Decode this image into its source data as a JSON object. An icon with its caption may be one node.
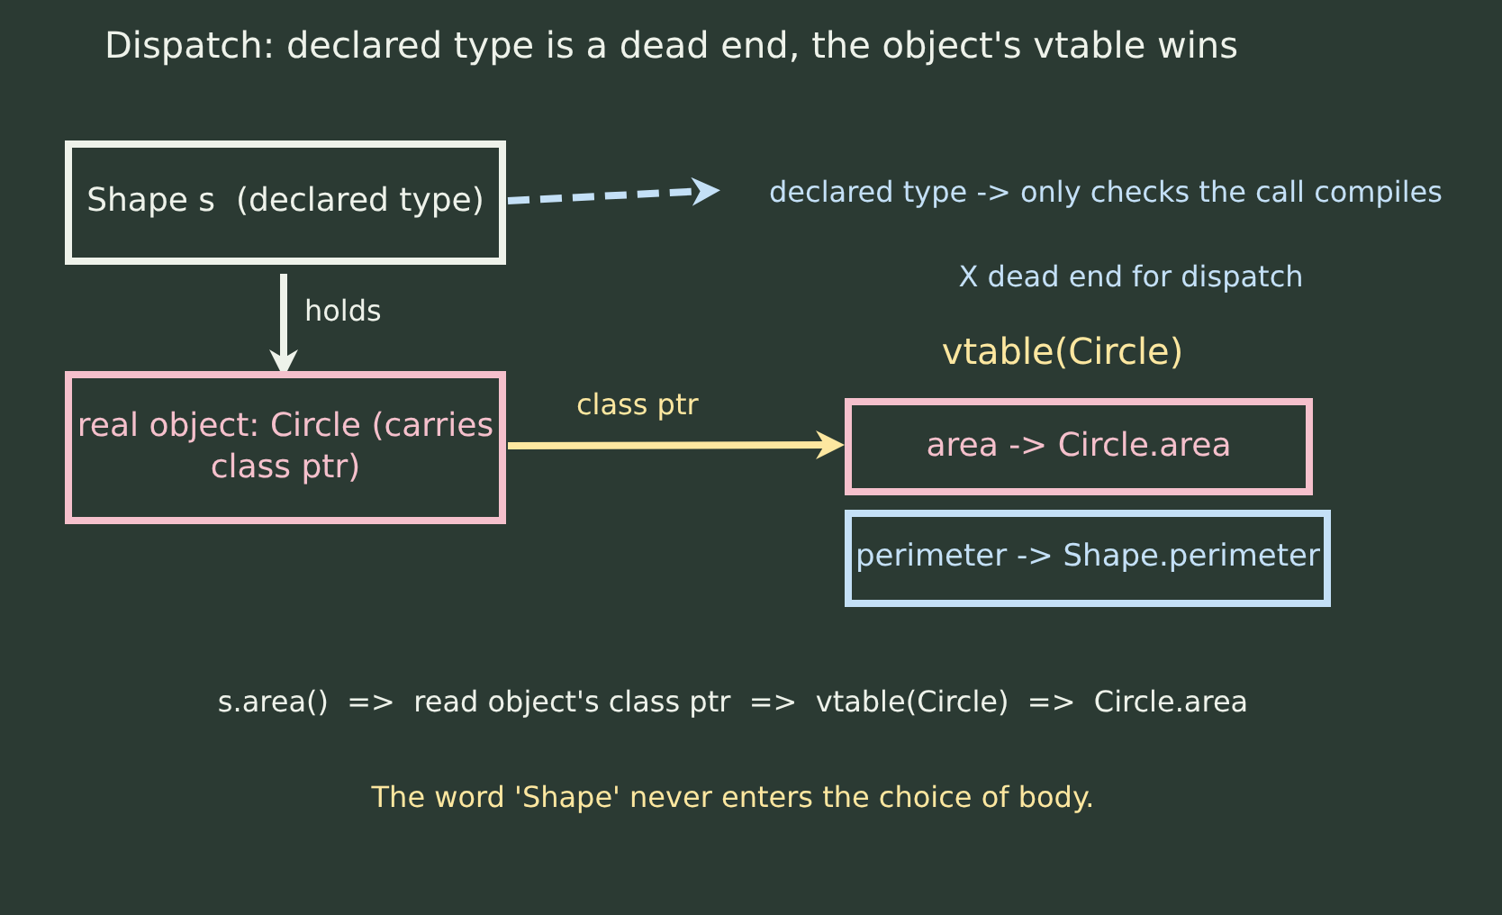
{
  "diagram": {
    "title": "Dispatch: declared type is a dead end, the object's vtable wins",
    "nodes": [
      {
        "text": [
          "Shape s  (declared type)"
        ]
      },
      {
        "text": [
          "real object: Circle (carries class ptr)"
        ]
      },
      {
        "text": [
          "declared type -> only checks the call compiles"
        ]
      },
      {
        "text": [
          "area -> Circle.area"
        ]
      },
      {
        "text": [
          "perimeter -> Shape.perimeter"
        ]
      }
    ],
    "edges": [
      {
        "from": 0,
        "to": 1,
        "arrow": "to",
        "label": "holds",
        "color": "#eef2ea"
      },
      {
        "from": 0,
        "to": 2,
        "arrow": "to",
        "style": "dashed",
        "color": "#c4e0f7"
      },
      {
        "from": 1,
        "to": 3,
        "arrow": "to",
        "label": "class ptr",
        "color": "#fde7a0"
      }
    ],
    "labels": [
      "X dead end for dispatch",
      "vtable(Circle)",
      "s.area()  =>  read object's class ptr  =>  vtable(Circle)  =>  Circle.area",
      "The word 'Shape' never enters the choice of body."
    ]
  }
}
